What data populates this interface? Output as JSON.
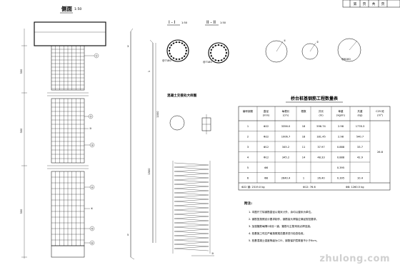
{
  "title_block": {
    "cells": [
      "",
      "",
      "第",
      "页",
      "共",
      "页",
      ""
    ]
  },
  "elevation": {
    "title": "侧面",
    "scale": "1:50",
    "left_dims": [
      "300",
      "300",
      "300"
    ],
    "callouts": [
      "①",
      "②",
      "③",
      "④",
      "⑤",
      "⑥"
    ],
    "notes": [
      "③",
      "④",
      "3",
      "5"
    ]
  },
  "sections": [
    {
      "title": "I - I",
      "scale": "1:50",
      "label": "@7180"
    },
    {
      "title": "II - II",
      "scale": "1:50",
      "label": "@7180"
    }
  ],
  "rebar_details": [
    {
      "label": "①"
    },
    {
      "label": "②"
    },
    {
      "label": "@8180"
    }
  ],
  "joint_detail_title": "混凝土交接处大样图",
  "middle_dims": [
    "1",
    "1500",
    "1000"
  ],
  "spiral_label": "③",
  "table": {
    "title": "桥台桩基钢筋工程数量表",
    "headers": [
      "编号钢筋",
      "直径\n(mm)",
      "每根长\n(cm)",
      "根数",
      "共长\n(m)",
      "单重\n(kg/m)",
      "共重\n(kg)",
      "C25 砼\n(m³)"
    ],
    "rows": [
      [
        "1",
        "Φ22",
        "3356.0",
        "18",
        "596.74",
        "2.98",
        "1778.3",
        ""
      ],
      [
        "2",
        "Φ22",
        "1006.7",
        "18",
        "181.45",
        "2.98",
        "540.7",
        ""
      ],
      [
        "3",
        "Φ12",
        "345.2",
        "11",
        "37.97",
        "0.888",
        "33.7",
        "26.8"
      ],
      [
        "4",
        "Φ12",
        "345.2",
        "14",
        "48.33",
        "0.888",
        "42.9",
        ""
      ],
      [
        "5",
        "Φ8",
        "",
        "",
        "",
        "0.395",
        "",
        ""
      ],
      [
        "6",
        "Φ8",
        "2640.4",
        "1",
        "26.40",
        "0.395",
        "10.4",
        ""
      ]
    ],
    "footer": [
      "Φ22 钢: 2319.0 kg",
      "Φ12: 76.6",
      "Φ8: 1260.5 kg"
    ]
  },
  "notes": {
    "title": "附注:",
    "lines": [
      "1. 本图尺寸除钢筋直径以毫米计外，余均以厘米为单位。",
      "2. 钢筋笼按照设计要求制作，钢筋接头焊接应满足规范要求。",
      "3. 加强箍筋每隔2米设一道，箍筋与主筋采用点焊连接。",
      "4. 桩基施工时应严格按照规范要求进行检查验收。",
      "5. 桩基混凝土强度等级为C25，钢筋保护层厚度不小于6cm。"
    ]
  },
  "watermark": "zhulong.com"
}
